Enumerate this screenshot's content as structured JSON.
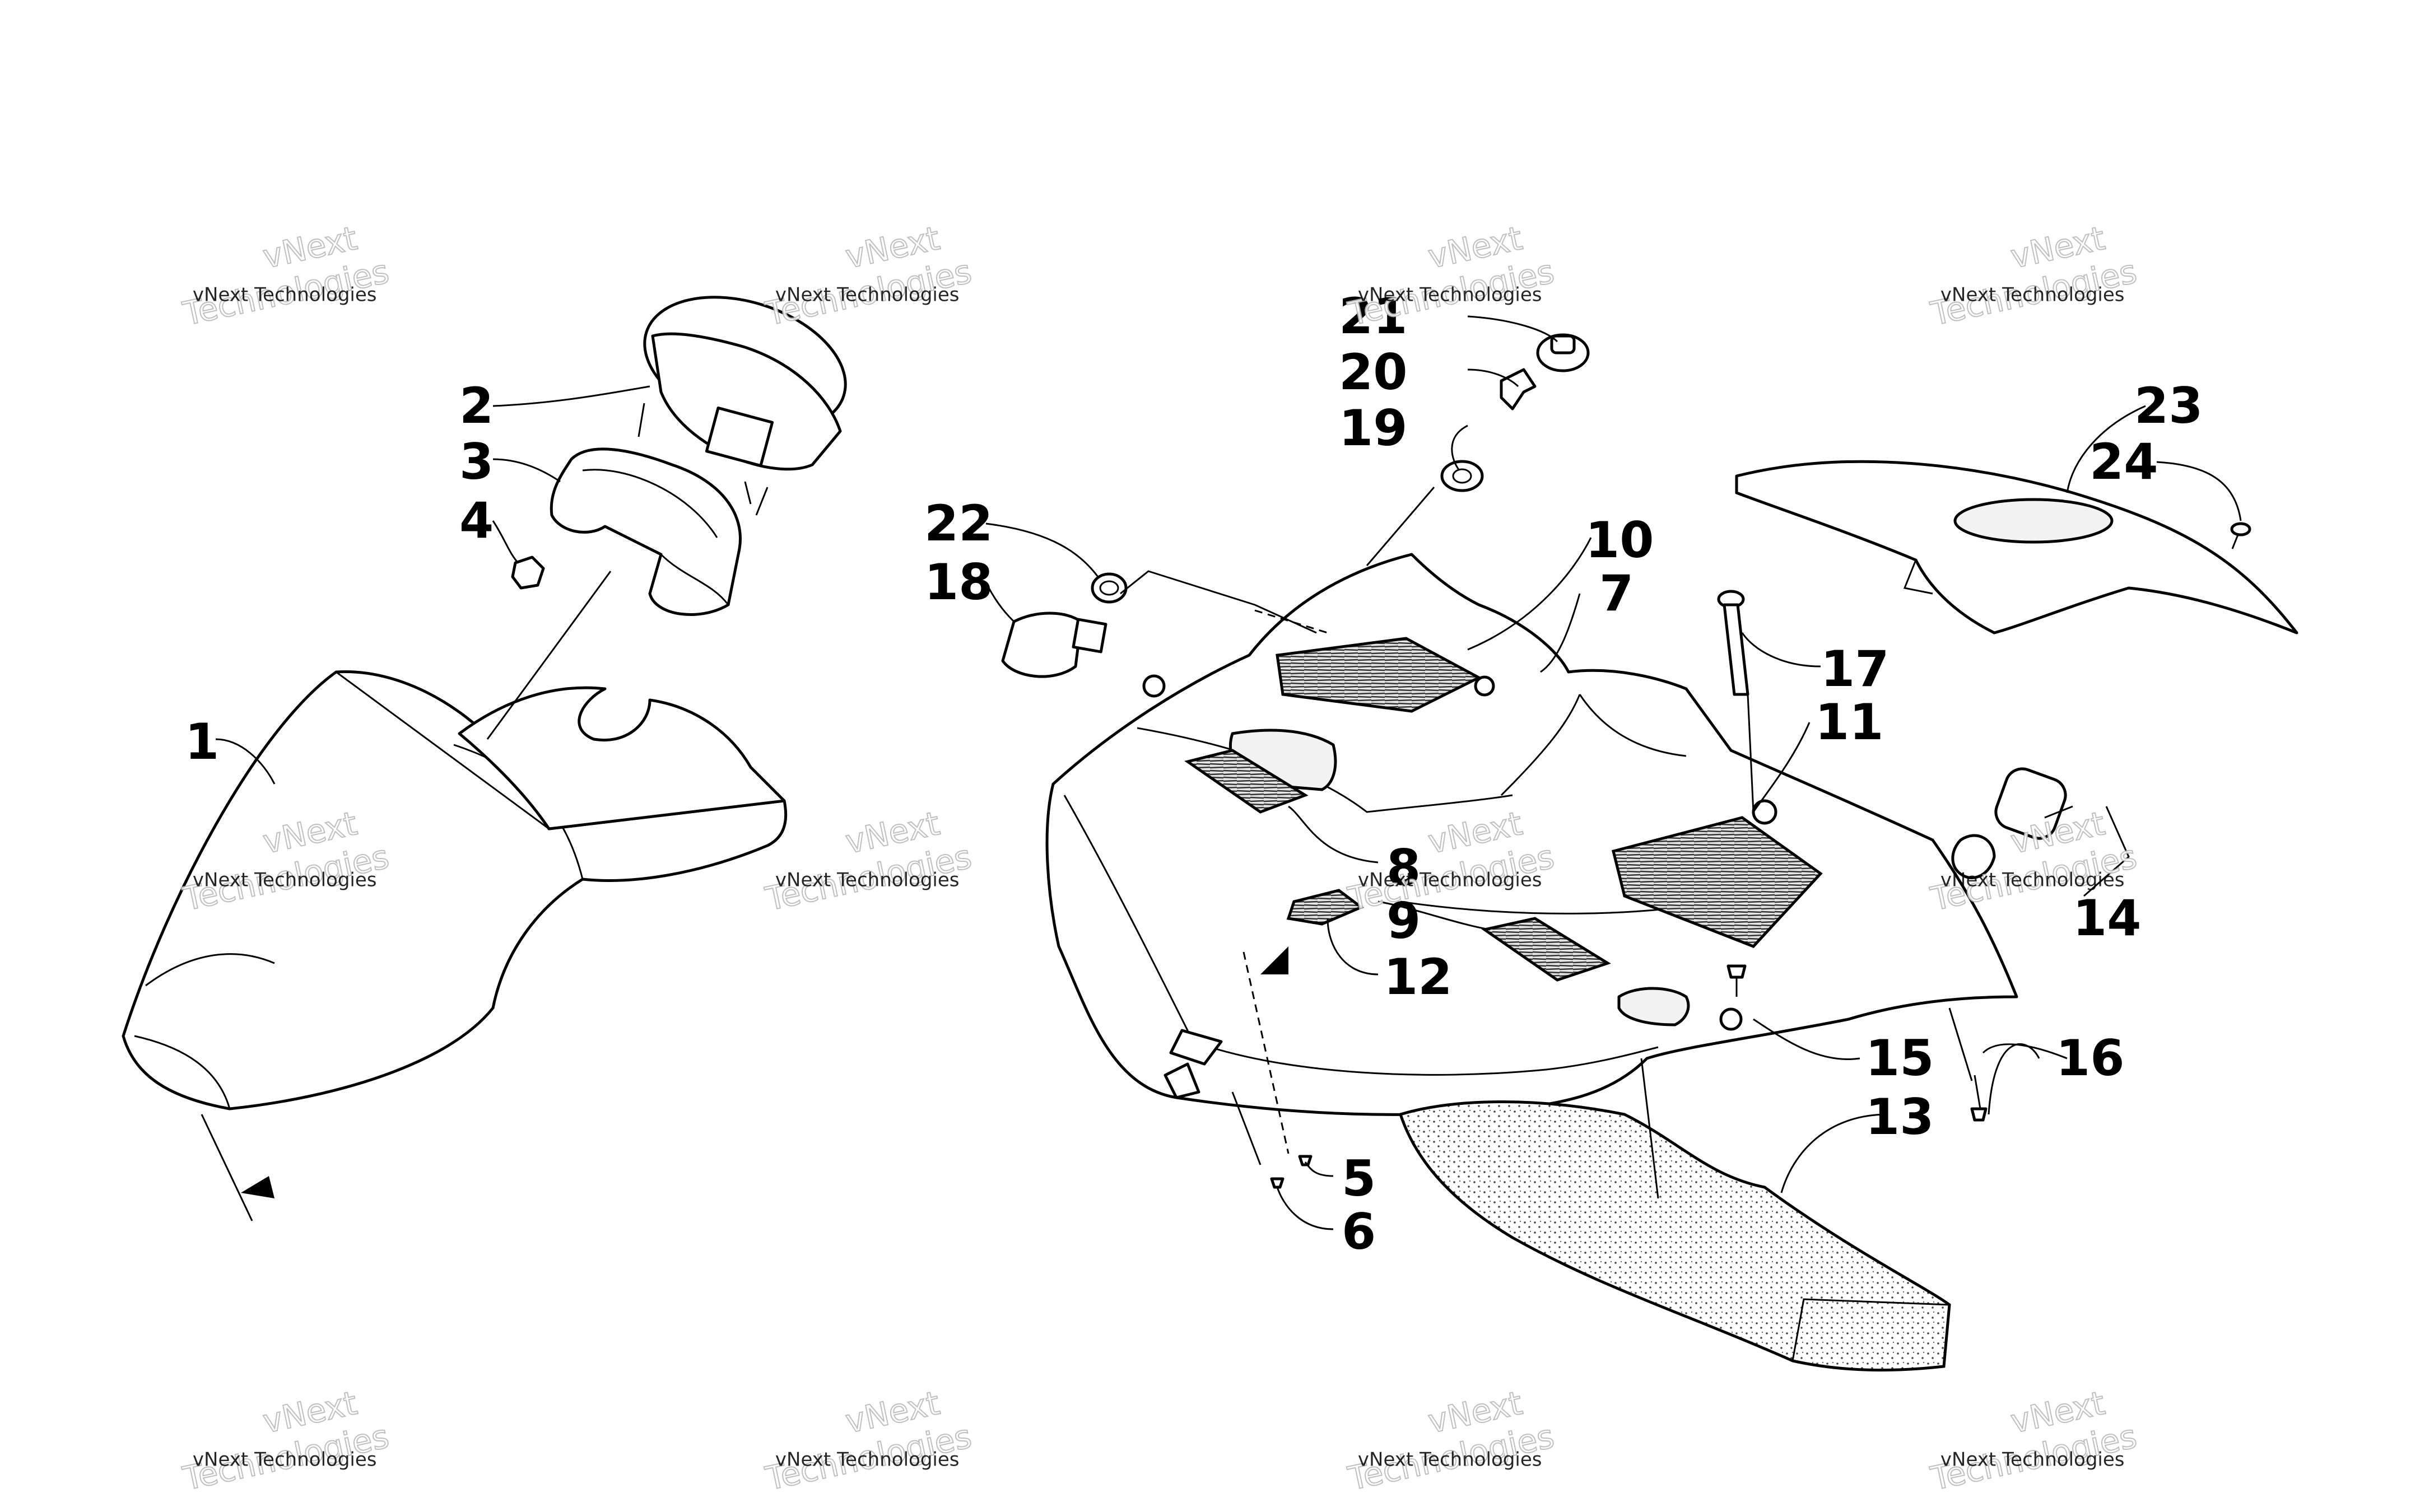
{
  "diagram": {
    "callouts": [
      {
        "id": "1",
        "label": "1"
      },
      {
        "id": "2",
        "label": "2"
      },
      {
        "id": "3",
        "label": "3"
      },
      {
        "id": "4",
        "label": "4"
      },
      {
        "id": "5",
        "label": "5"
      },
      {
        "id": "6",
        "label": "6"
      },
      {
        "id": "7",
        "label": "7"
      },
      {
        "id": "8",
        "label": "8"
      },
      {
        "id": "9",
        "label": "9"
      },
      {
        "id": "10",
        "label": "10"
      },
      {
        "id": "11",
        "label": "11"
      },
      {
        "id": "12",
        "label": "12"
      },
      {
        "id": "13",
        "label": "13"
      },
      {
        "id": "14",
        "label": "14"
      },
      {
        "id": "15",
        "label": "15"
      },
      {
        "id": "16",
        "label": "16"
      },
      {
        "id": "17",
        "label": "17"
      },
      {
        "id": "18",
        "label": "18"
      },
      {
        "id": "19",
        "label": "19"
      },
      {
        "id": "20",
        "label": "20"
      },
      {
        "id": "21",
        "label": "21"
      },
      {
        "id": "22",
        "label": "22"
      },
      {
        "id": "23",
        "label": "23"
      },
      {
        "id": "24",
        "label": "24"
      }
    ]
  },
  "watermark": {
    "line1": "vNext Technologies",
    "line2": "vNext",
    "line3": "Technologies"
  }
}
